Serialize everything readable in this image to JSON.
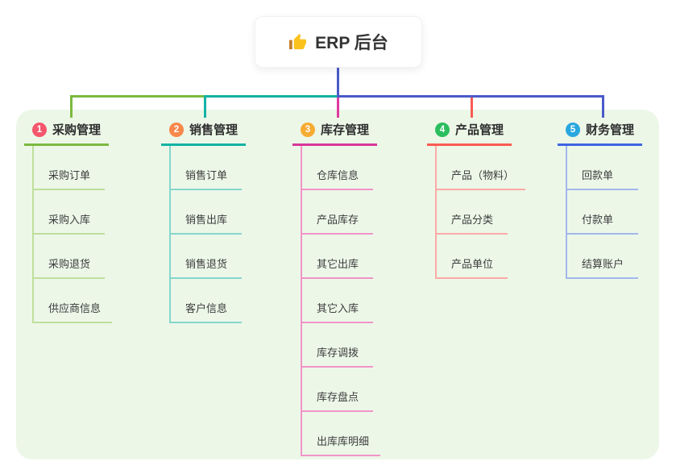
{
  "root": {
    "label": "ERP 后台",
    "icon": "thumbs-up-icon",
    "connector_color": "#4a5ac9",
    "box_background": "#ffffff"
  },
  "canvas": {
    "panel_color": "#ecf7e8",
    "background_color": "#ffffff"
  },
  "branches": [
    {
      "badge": "1",
      "label": "采购管理",
      "badge_color": "#f4566c",
      "connector_color": "#7cba40",
      "line_color": "#7cba40",
      "item_line_color": "#bfdf9b",
      "items": [
        "采购订单",
        "采购入库",
        "采购退货",
        "供应商信息"
      ]
    },
    {
      "badge": "2",
      "label": "销售管理",
      "badge_color": "#f8874b",
      "connector_color": "#12b3a4",
      "line_color": "#12b3a4",
      "item_line_color": "#86d6cc",
      "items": [
        "销售订单",
        "销售出库",
        "销售退货",
        "客户信息"
      ]
    },
    {
      "badge": "3",
      "label": "库存管理",
      "badge_color": "#f7ab33",
      "connector_color": "#e0399f",
      "line_color": "#d8369a",
      "item_line_color": "#f194c8",
      "items": [
        "仓库信息",
        "产品库存",
        "其它出库",
        "其它入库",
        "库存调拨",
        "库存盘点",
        "出库库明细"
      ]
    },
    {
      "badge": "4",
      "label": "产品管理",
      "badge_color": "#2cbd5f",
      "connector_color": "#fa5a52",
      "line_color": "#fa5a52",
      "item_line_color": "#fbaaa6",
      "items": [
        "产品（物料）",
        "产品分类",
        "产品单位"
      ]
    },
    {
      "badge": "5",
      "label": "财务管理",
      "badge_color": "#2aa7df",
      "connector_color": "#4a5ac9",
      "line_color": "#3e64e2",
      "item_line_color": "#a3b7ec",
      "items": [
        "回款单",
        "付款单",
        "结算账户"
      ]
    }
  ]
}
